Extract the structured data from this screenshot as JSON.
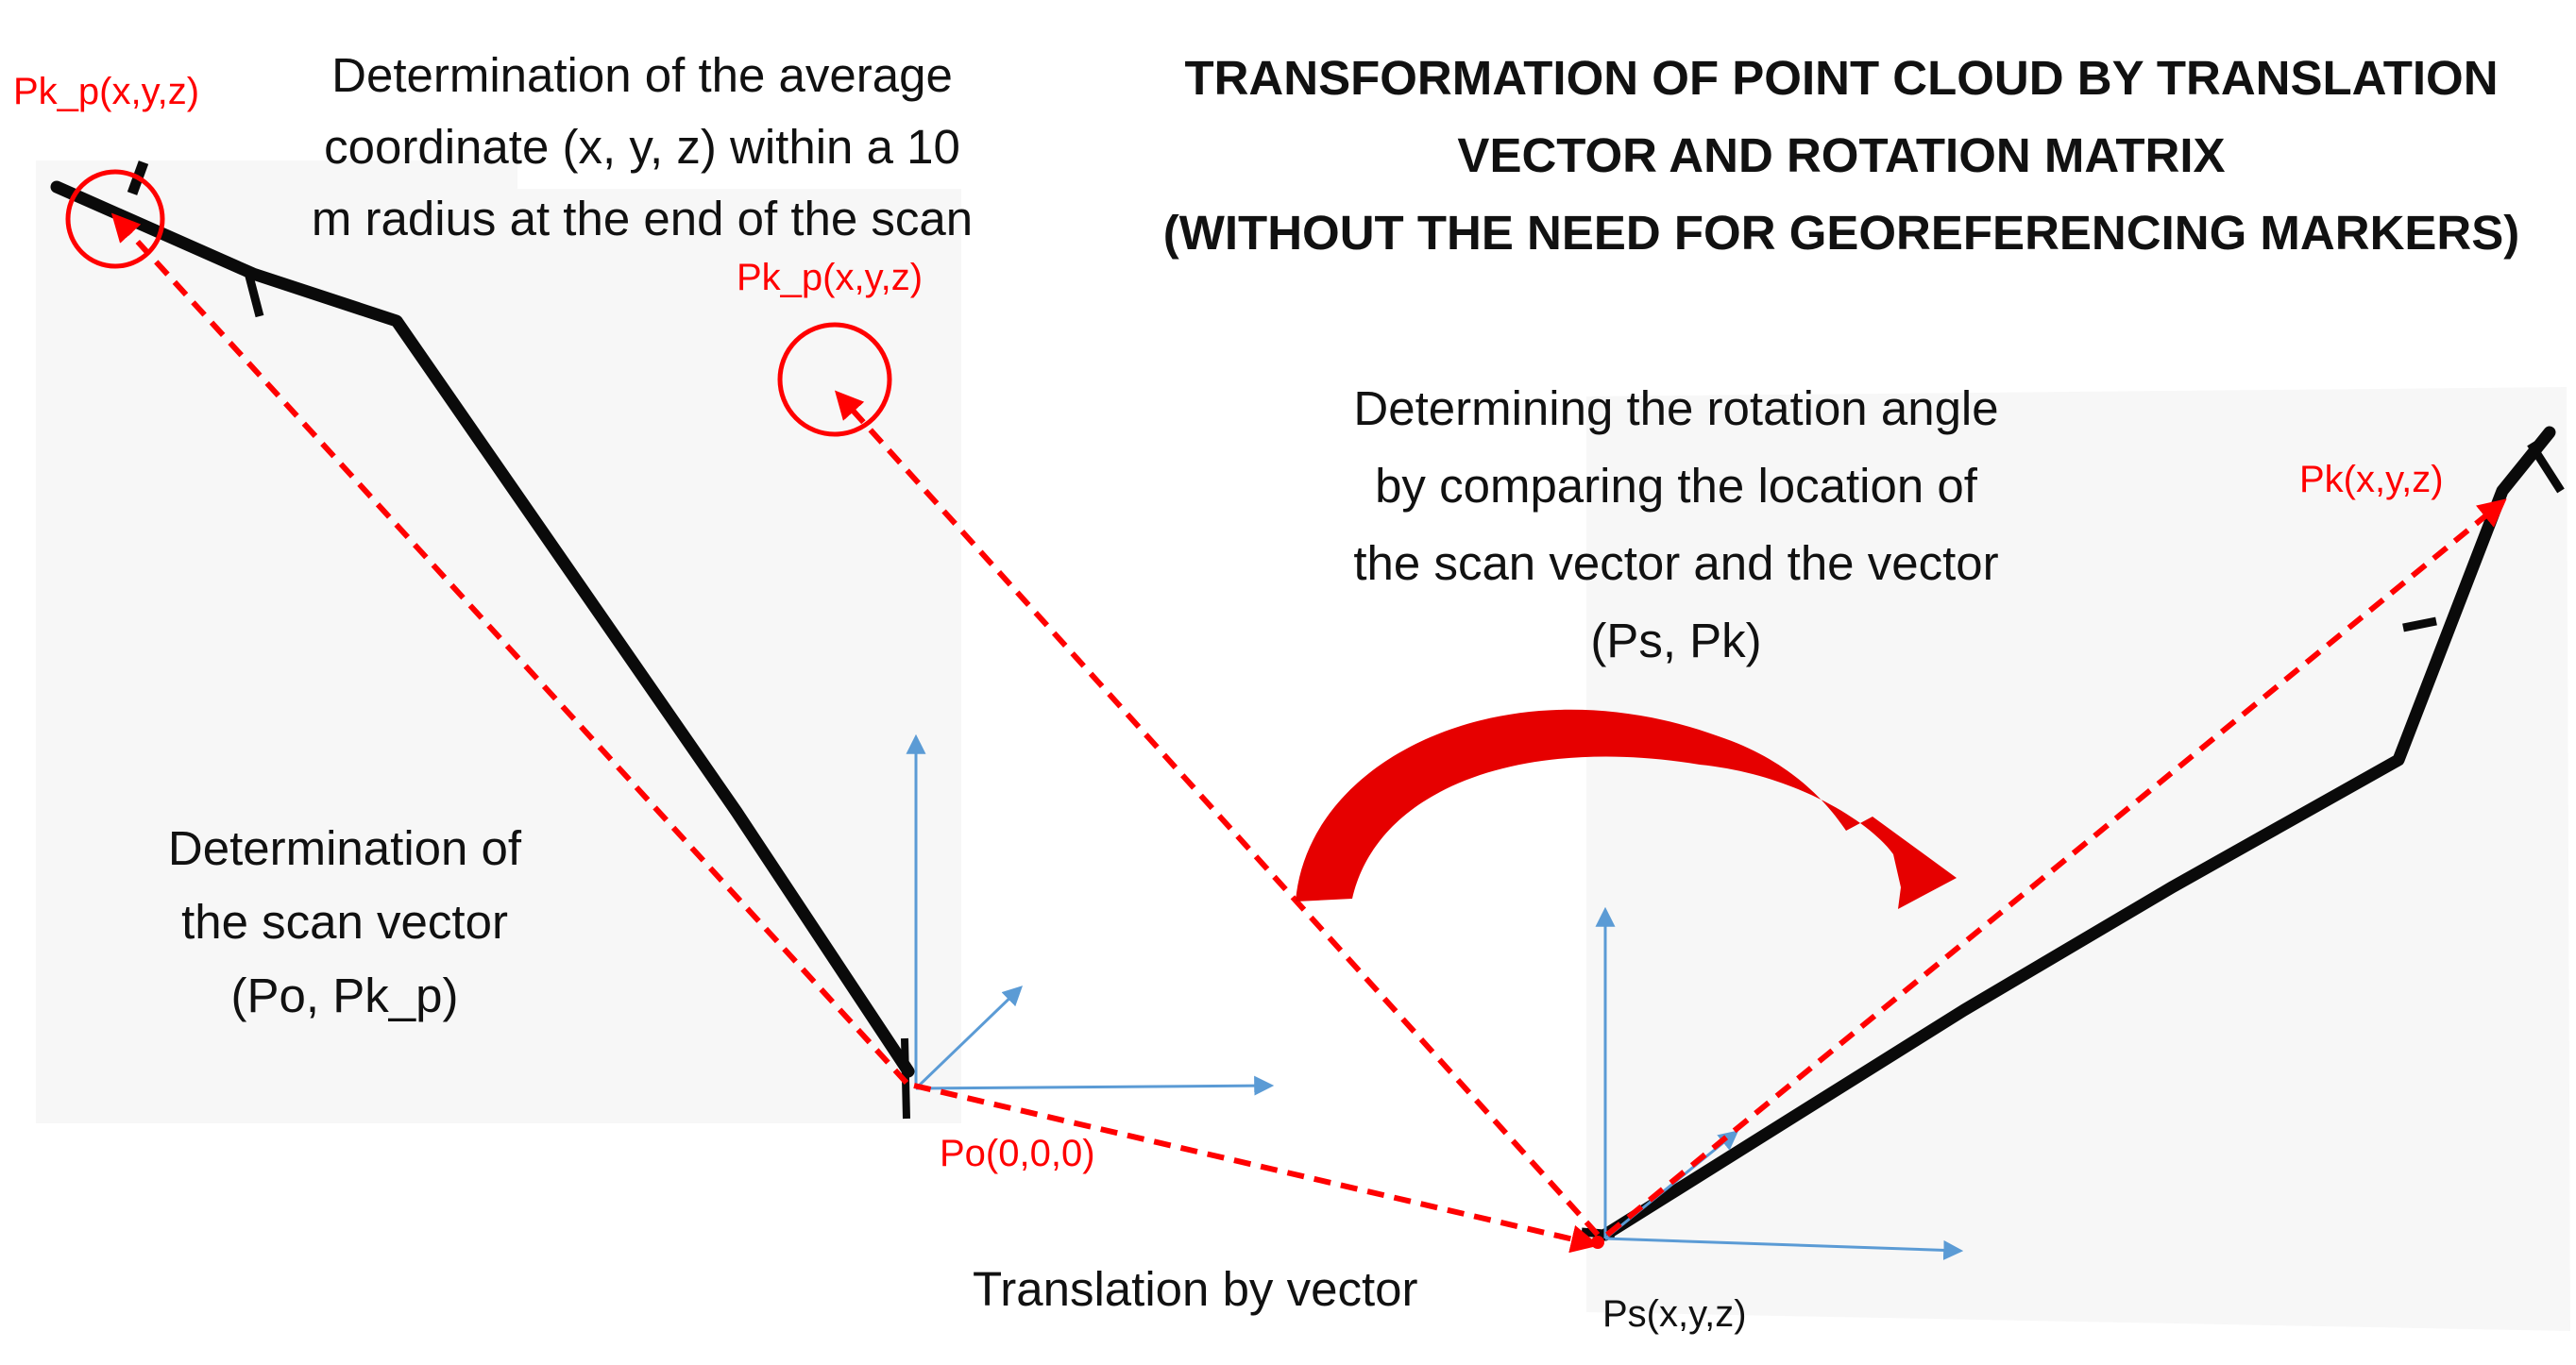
{
  "title": {
    "lines": [
      "TRANSFORMATION OF POINT CLOUD BY TRANSLATION",
      "VECTOR AND ROTATION MATRIX",
      "(WITHOUT THE NEED FOR GEOREFERENCING MARKERS)"
    ]
  },
  "average_text": {
    "lines": [
      "Determination of the average",
      "coordinate (x, y, z) within a 10",
      "m radius at the end of the scan"
    ]
  },
  "scan_vector_text": {
    "lines": [
      "Determination of",
      "the scan vector",
      "(Po, Pk_p)"
    ]
  },
  "rotation_text": {
    "lines": [
      "Determining the rotation angle",
      "by comparing the location of",
      "the scan vector and the vector",
      "(Ps, Pk)"
    ]
  },
  "translation_text": "Translation by vector",
  "point_labels": {
    "pk_p_scan_end": "Pk_p(x,y,z)",
    "pk_p_translated": "Pk_p(x,y,z)",
    "po": "Po(0,0,0)",
    "pk": "Pk(x,y,z)",
    "ps": "Ps(x,y,z)"
  },
  "colors": {
    "vector_red": "#ff0000",
    "axis_blue": "#5b9bd5",
    "scan_path": "#0a0a0a",
    "background_panel": "#f7f7f7",
    "text": "#111111"
  }
}
